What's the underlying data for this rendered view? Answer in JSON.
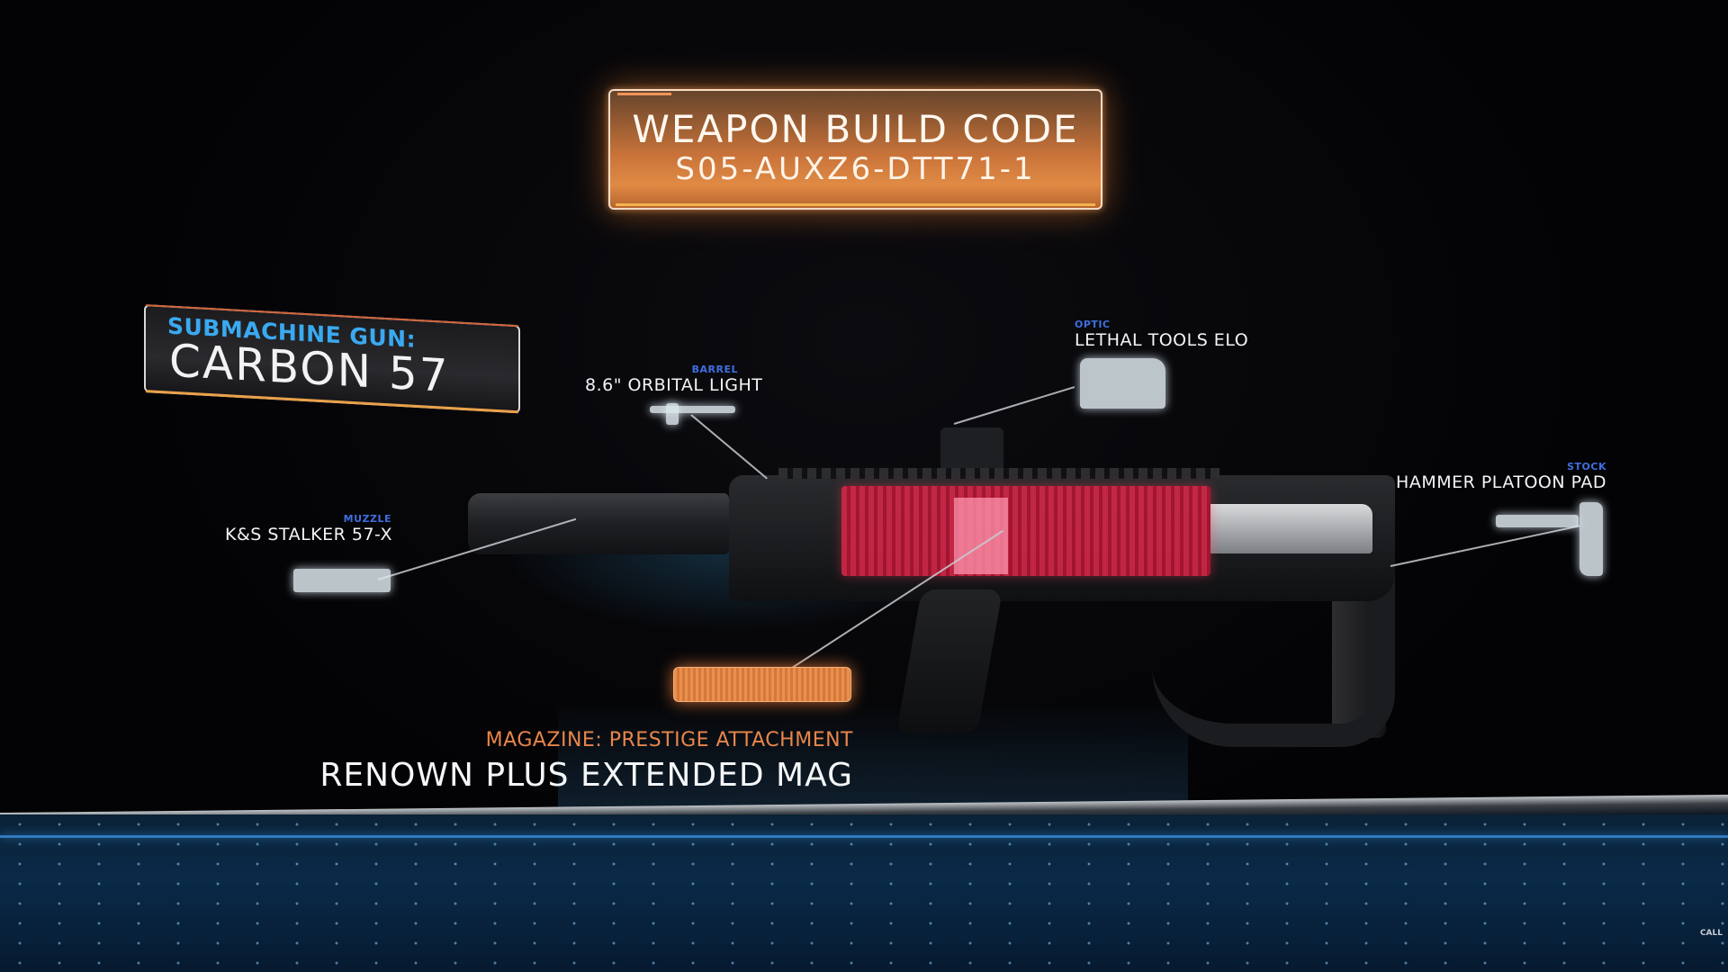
{
  "build_code_panel": {
    "title": "WEAPON BUILD CODE",
    "code": "S05-AUXZ6-DTT71-1"
  },
  "weapon": {
    "class_label": "SUBMACHINE GUN:",
    "name": "CARBON 57"
  },
  "attachments": [
    {
      "slot": "BARREL",
      "name": "8.6\" ORBITAL LIGHT",
      "icon": "barrel-icon"
    },
    {
      "slot": "OPTIC",
      "name": "LETHAL TOOLS ELO",
      "icon": "optic-icon"
    },
    {
      "slot": "STOCK",
      "name": "HAMMER PLATOON PAD",
      "icon": "stock-icon"
    },
    {
      "slot": "MUZZLE",
      "name": "K&S STALKER 57-X",
      "icon": "muzzle-icon"
    },
    {
      "slot": "MAGAZINE: PRESTIGE ATTACHMENT",
      "name": "RENOWN PLUS EXTENDED MAG",
      "icon": "magazine-icon"
    }
  ],
  "colors": {
    "build_code_orange": "#e08a45",
    "class_blue": "#3aa9f0",
    "slot_blue": "#3e6fe0",
    "prestige_orange": "#e8864a",
    "magazine_red": "#d22846",
    "floor_blue": "#0a2a48"
  }
}
